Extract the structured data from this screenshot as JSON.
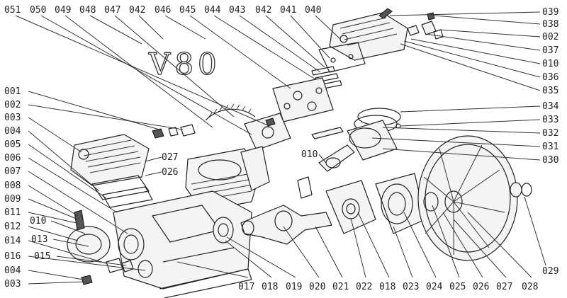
{
  "title": "V80",
  "labels": {
    "top": [
      "051",
      "050",
      "049",
      "048",
      "047",
      "042",
      "046",
      "045",
      "044",
      "043",
      "042",
      "041",
      "040"
    ],
    "right": [
      "039",
      "038",
      "002",
      "037",
      "010",
      "036",
      "035",
      "034",
      "033",
      "032",
      "031",
      "030"
    ],
    "left": [
      "001",
      "002",
      "003",
      "004",
      "005",
      "006",
      "007",
      "008",
      "009",
      "011",
      "010",
      "012",
      "013",
      "014",
      "015",
      "016",
      "004",
      "003"
    ],
    "bottom": [
      "017",
      "018",
      "019",
      "020",
      "021",
      "022",
      "018",
      "023",
      "024",
      "025",
      "026",
      "027",
      "028",
      "029"
    ],
    "inner": [
      "027",
      "026",
      "010"
    ]
  }
}
